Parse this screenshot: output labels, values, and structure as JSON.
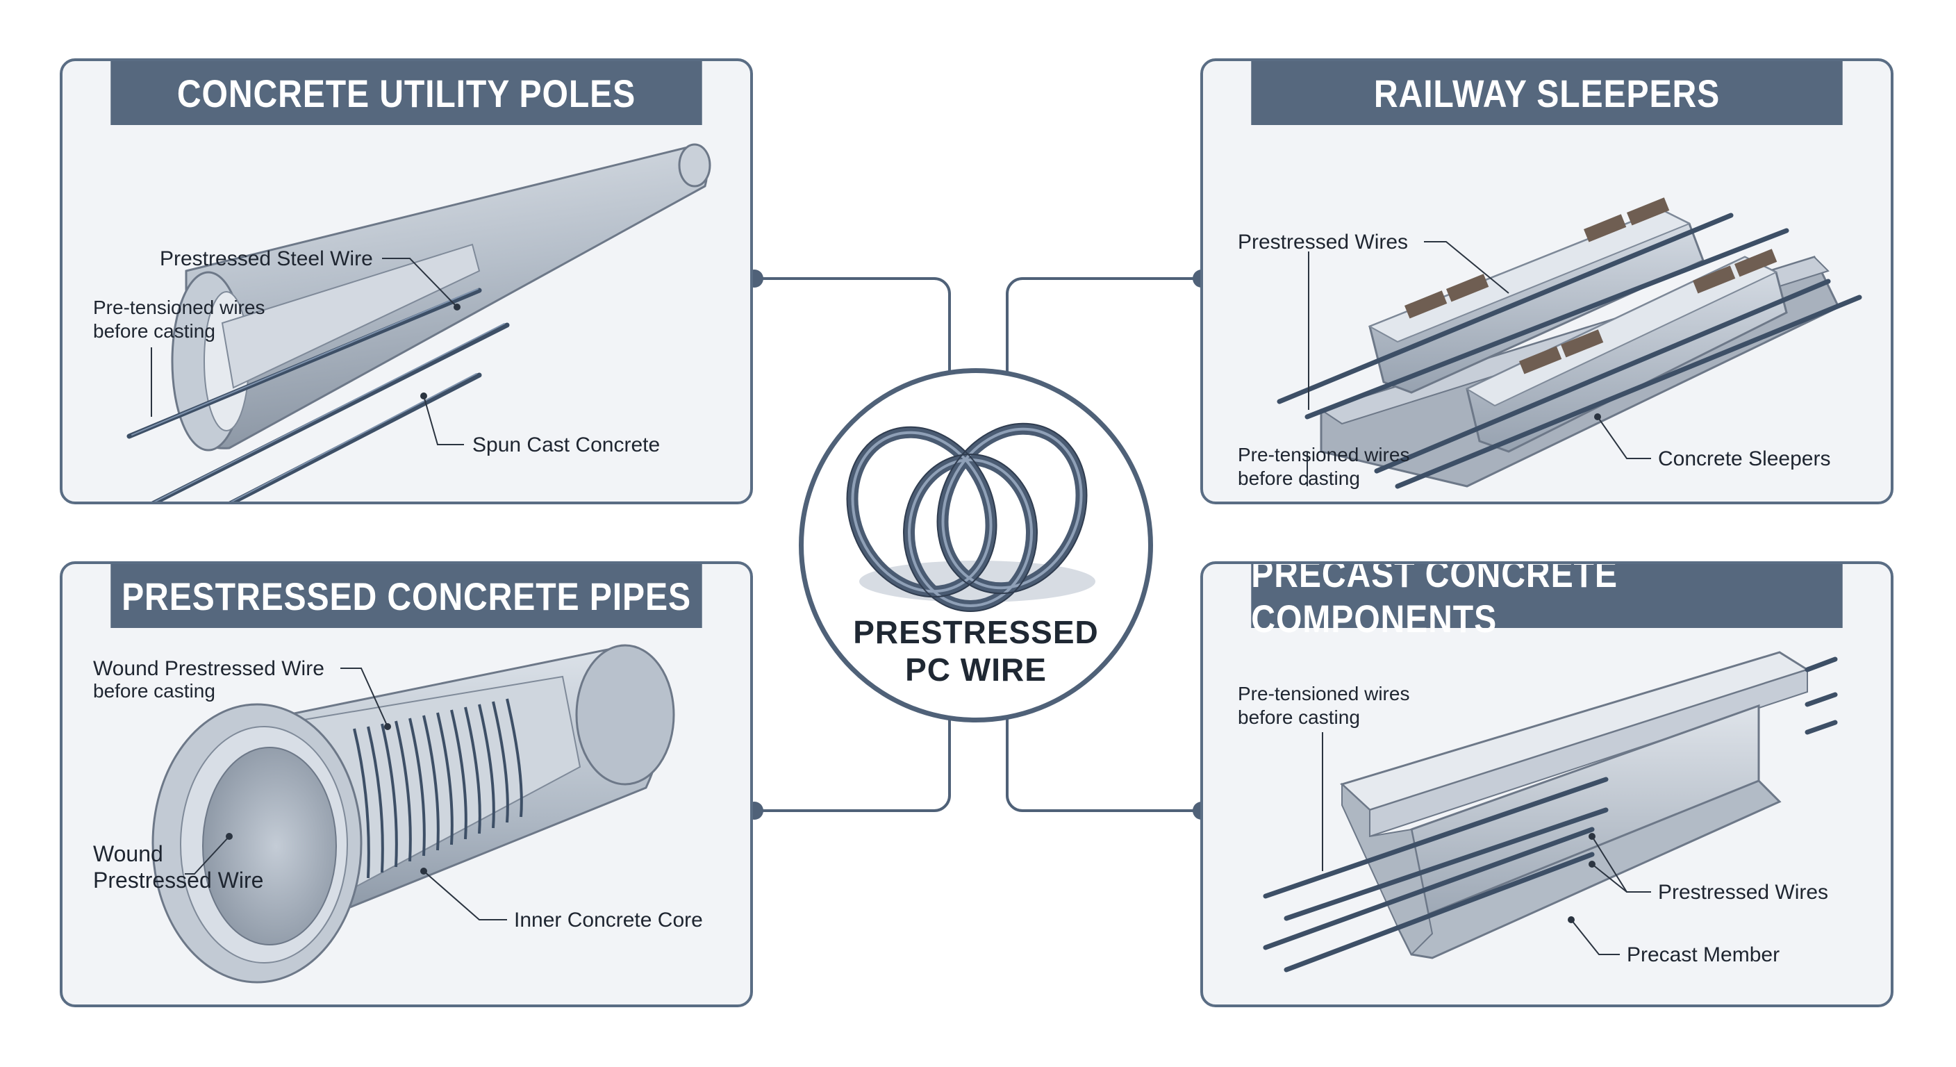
{
  "center": {
    "line1": "PRESTRESSED",
    "line2": "PC WIRE",
    "icon": "wire-coil-icon"
  },
  "panels": {
    "poles": {
      "title": "CONCRETE UTILITY POLES",
      "labels": {
        "steel_wire": "Prestressed Steel Wire",
        "pretensioned_1": "Pre-tensioned wires",
        "pretensioned_2": "before casting",
        "spun": "Spun Cast Concrete"
      }
    },
    "sleepers": {
      "title": "RAILWAY SLEEPERS",
      "labels": {
        "wires": "Prestressed Wires",
        "pretensioned_1": "Pre-tensioned wires",
        "pretensioned_2": "before casting",
        "sleepers": "Concrete Sleepers"
      }
    },
    "pipes": {
      "title": "PRESTRESSED CONCRETE PIPES",
      "labels": {
        "wound_top_1": "Wound Prestressed Wire",
        "wound_top_2": "before casting",
        "wound_1": "Wound",
        "wound_2": "Prestressed Wire",
        "core": "Inner Concrete Core"
      }
    },
    "precast": {
      "title": "PRECAST CONCRETE COMPONENTS",
      "labels": {
        "pretensioned_1": "Pre-tensioned wires",
        "pretensioned_2": "before casting",
        "wires": "Prestressed Wires",
        "member": "Precast Member"
      }
    }
  },
  "colors": {
    "header": "#56687e",
    "border": "#5a6d84",
    "panel_bg": "#f2f4f7",
    "concrete": "#b9c1cc",
    "wire": "#3d4f66"
  }
}
